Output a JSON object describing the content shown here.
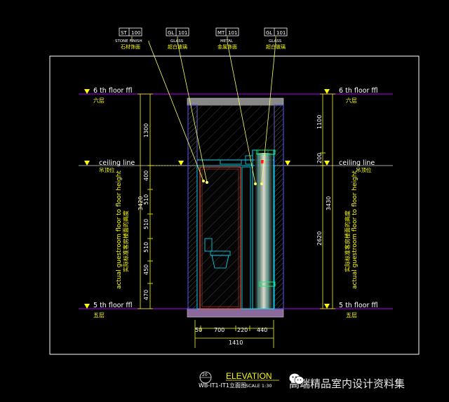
{
  "tags": [
    {
      "code": "ST",
      "num": "100",
      "en": "STONE FINISH",
      "cn": "石材饰面"
    },
    {
      "code": "GL",
      "num": "101",
      "en": "GLASS",
      "cn": "超白玻璃"
    },
    {
      "code": "MT",
      "num": "101",
      "en": "METAL",
      "cn": "金属饰面"
    },
    {
      "code": "GL",
      "num": "101",
      "en": "GLASS",
      "cn": "超白玻璃"
    }
  ],
  "levels": {
    "top_en": "6 th floor ffl",
    "top_cn": "六层",
    "ceiling_en": "ceiling line",
    "ceiling_cn": "吊顶位",
    "bottom_en": "5 th floor ffl",
    "bottom_cn": "五层"
  },
  "side_label": {
    "en": "actual guestroom floor to floor height",
    "cn": "实际标准客房楼面的高度"
  },
  "dims_left": {
    "overall": "3420",
    "top": "1300",
    "parts": [
      "400",
      "510",
      "510",
      "510",
      "450",
      "470"
    ]
  },
  "dims_right": {
    "overall": "3430",
    "top": "1100",
    "mid": "200",
    "lower": "2620"
  },
  "dims_bottom": {
    "parts": [
      "50",
      "700",
      "220",
      "440"
    ],
    "total": "1410"
  },
  "title": {
    "number": "20",
    "name": "ELEVATION",
    "ref": "WB-IT1-IT1立面图",
    "scale": "SCALE  1:30"
  },
  "watermark": "高端精品室内设计资料集",
  "colors": {
    "background": "#000000",
    "level_line": "#b000ff",
    "dimension": "#ffff00",
    "wall": "#4a4ad8",
    "cyan": "#00e5ff",
    "frame": "#ffffff",
    "leader": "#ffff66"
  }
}
